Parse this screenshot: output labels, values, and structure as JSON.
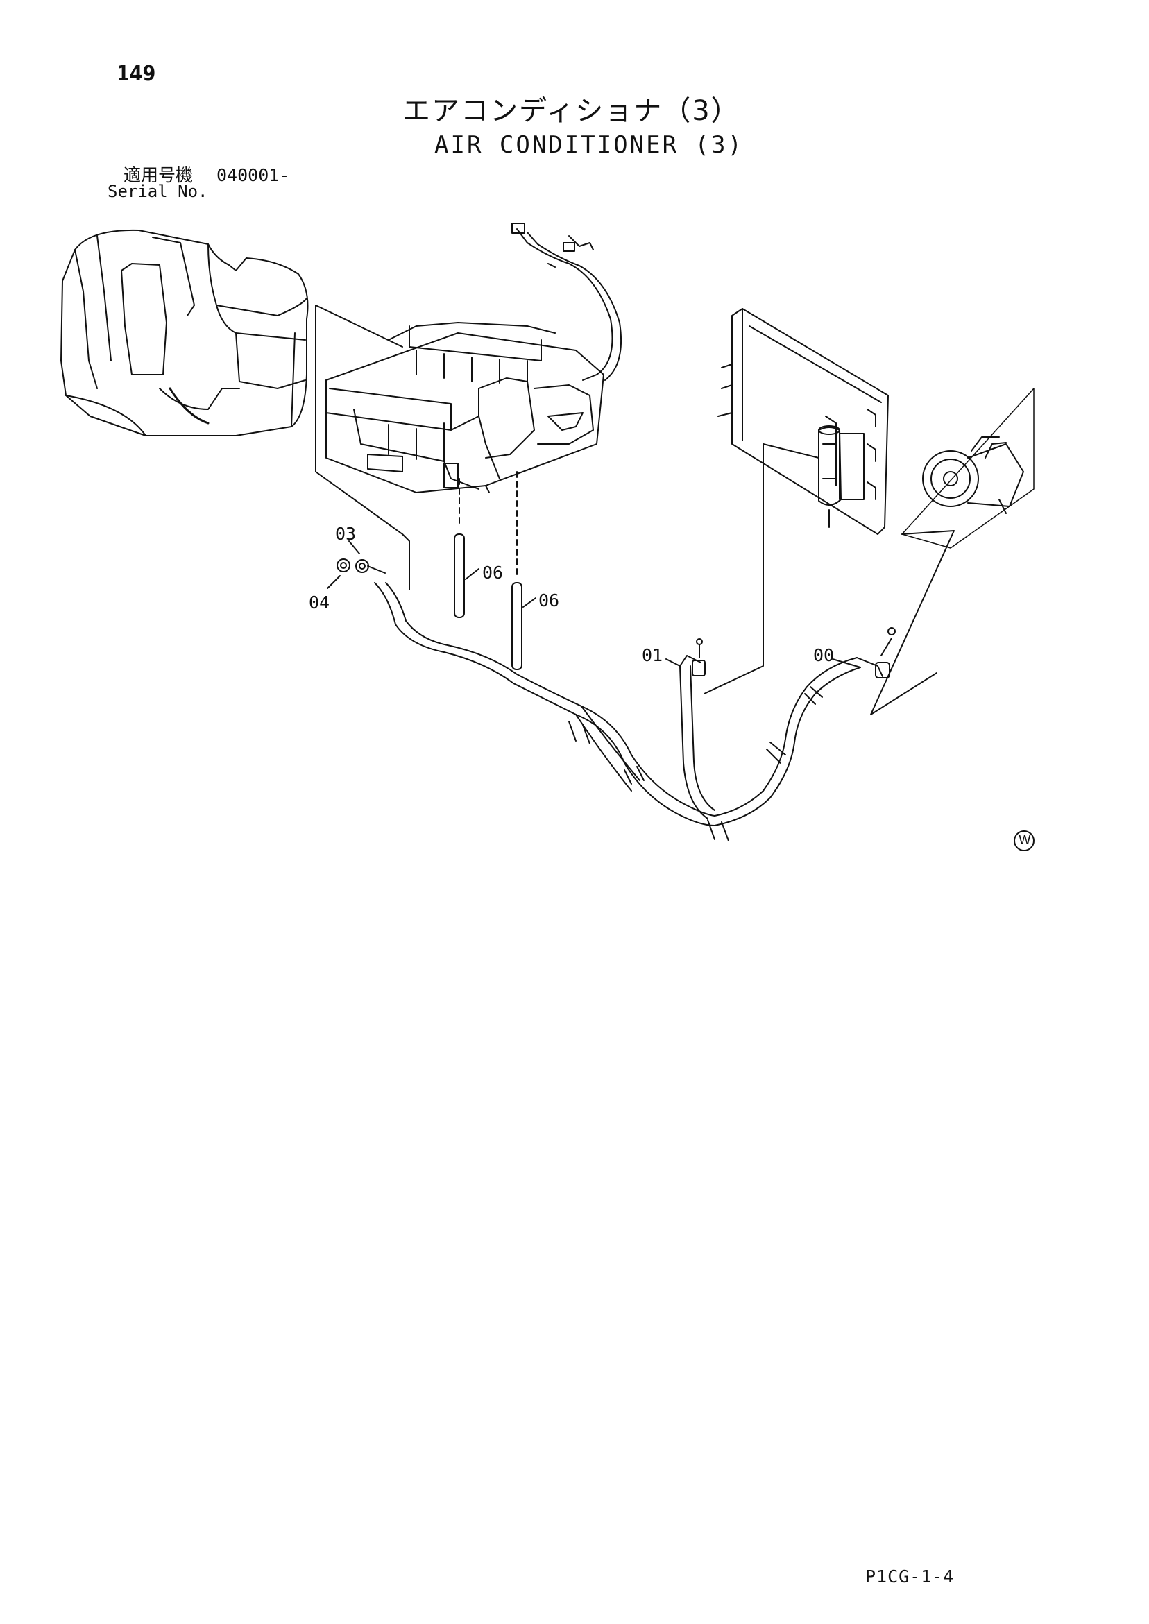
{
  "page": {
    "number": "149",
    "code": "P1CG-1-4"
  },
  "title": {
    "japanese": "エアコンディショナ（3）",
    "english": "AIR CONDITIONER (3)"
  },
  "serial": {
    "label_jp": "適用号機",
    "label_en": "Serial No.",
    "value": "040001-"
  },
  "callouts": [
    {
      "label": "03"
    },
    {
      "label": "04"
    },
    {
      "label": "06"
    },
    {
      "label": "06"
    },
    {
      "label": "01"
    },
    {
      "label": "00"
    }
  ],
  "mark": "W",
  "colors": {
    "ink": "#111111",
    "background": "#ffffff"
  }
}
